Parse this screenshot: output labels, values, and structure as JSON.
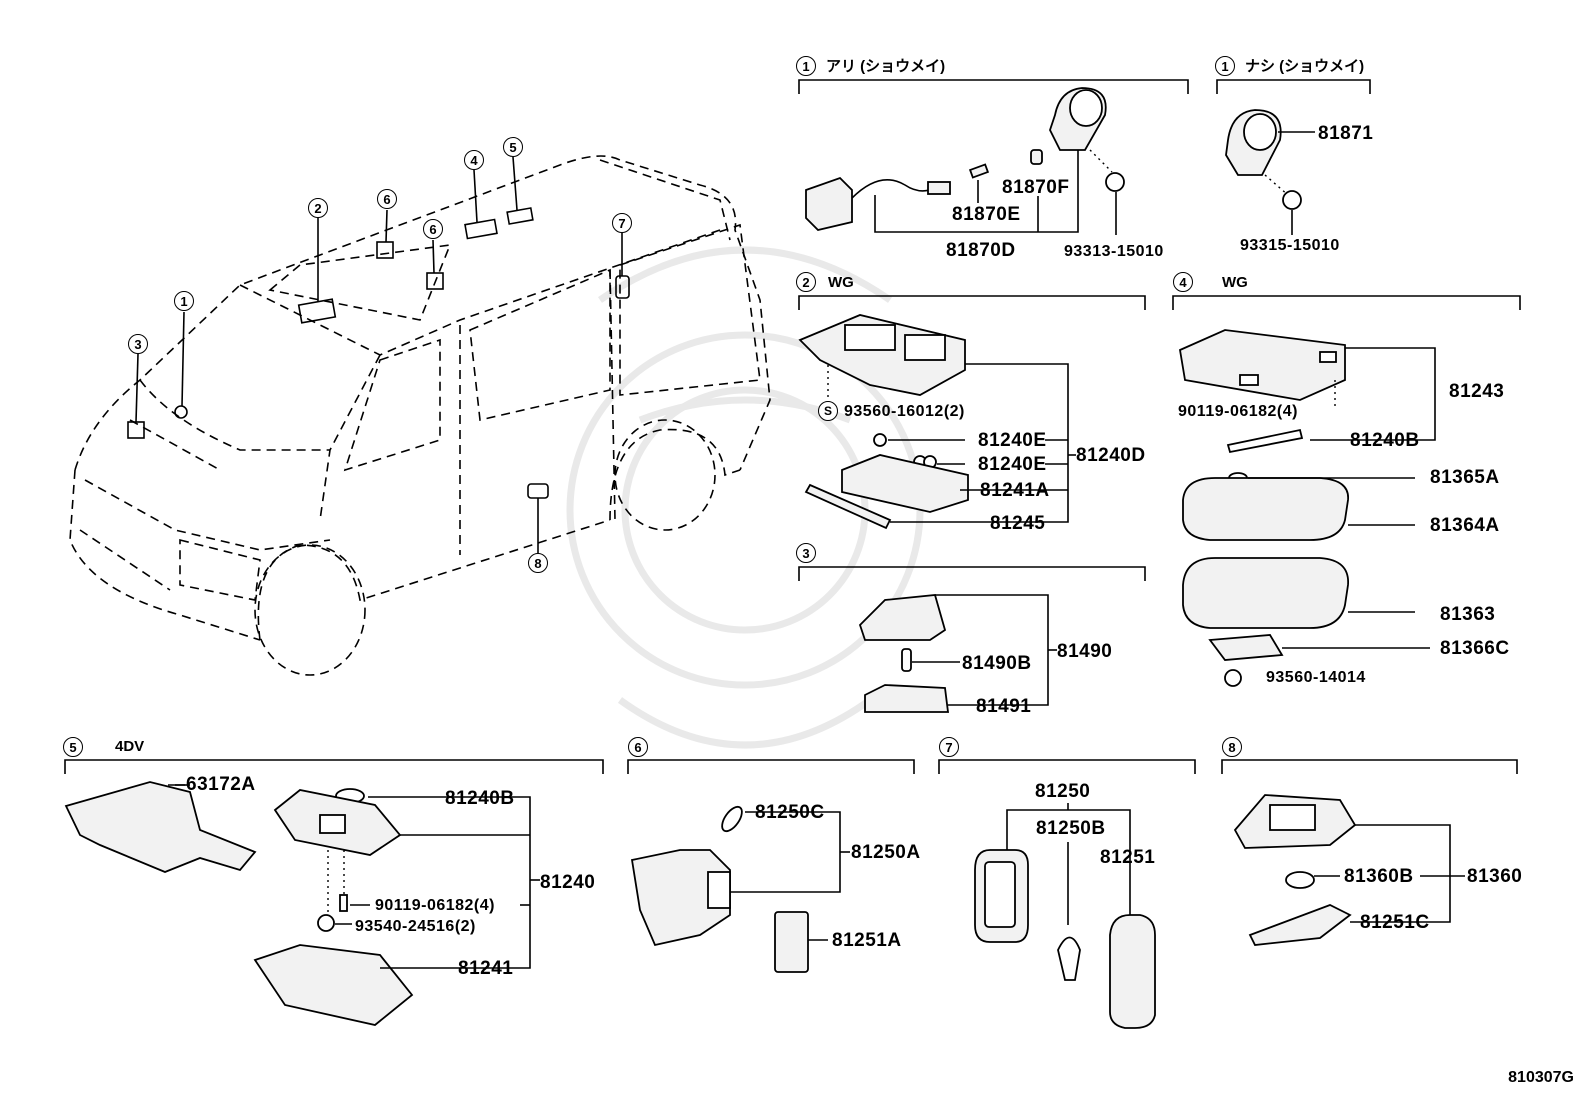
{
  "diagram": {
    "drawing_code": "810307G",
    "vehicle_callouts": [
      "1",
      "2",
      "3",
      "4",
      "5",
      "6",
      "6",
      "7",
      "8"
    ],
    "groups": [
      {
        "num": "1",
        "title": "アリ (ショウメイ)",
        "parts": [
          "81870F",
          "81870E",
          "81870D",
          "93313-15010"
        ]
      },
      {
        "num": "1",
        "title": "ナシ (ショウメイ)",
        "parts": [
          "81871",
          "93315-15010"
        ]
      },
      {
        "num": "2",
        "title": "WG",
        "parts": [
          "93560-16012(2)",
          "81240E",
          "81240E",
          "81240D",
          "81241A",
          "81245"
        ]
      },
      {
        "num": "4",
        "title": "WG",
        "parts": [
          "81243",
          "90119-06182(4)",
          "81240B",
          "81365A",
          "81364A",
          "81363",
          "81366C",
          "93560-14014"
        ]
      },
      {
        "num": "3",
        "title": "",
        "parts": [
          "81490",
          "81490B",
          "81491"
        ]
      },
      {
        "num": "5",
        "title": "4DV",
        "parts": [
          "63172A",
          "81240B",
          "81240",
          "90119-06182(4)",
          "93540-24516(2)",
          "81241"
        ]
      },
      {
        "num": "6",
        "title": "",
        "parts": [
          "81250C",
          "81250A",
          "81251A"
        ]
      },
      {
        "num": "7",
        "title": "",
        "parts": [
          "81250",
          "81250B",
          "81251"
        ]
      },
      {
        "num": "8",
        "title": "",
        "parts": [
          "81360B",
          "81360",
          "81251C"
        ]
      }
    ]
  }
}
